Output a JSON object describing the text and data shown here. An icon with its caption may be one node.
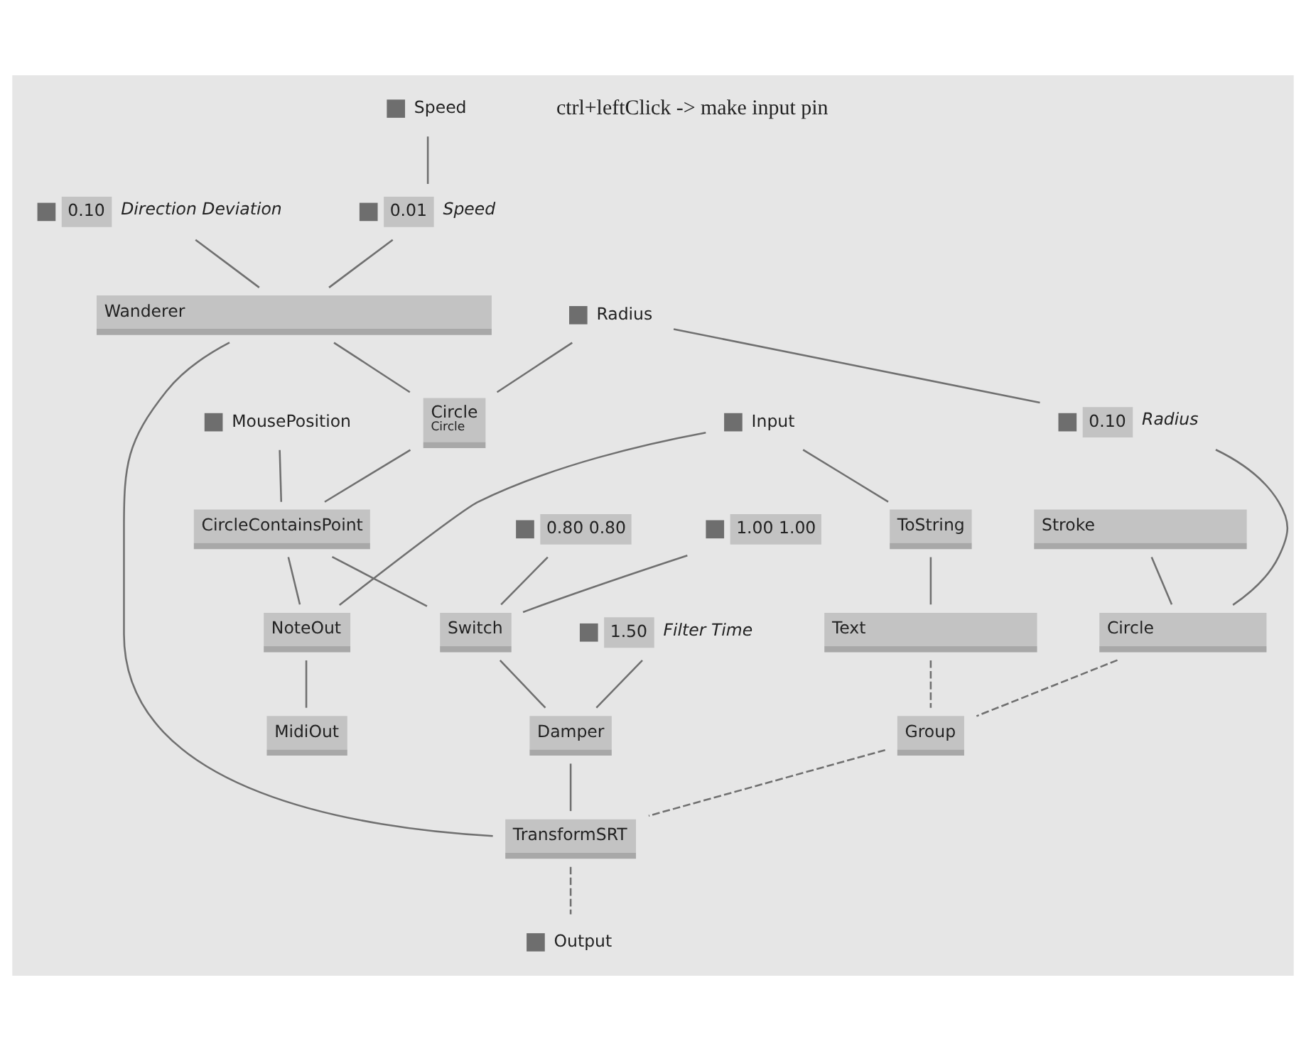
{
  "diagram": {
    "nodes": [
      {
        "text": [
          "Radius"
        ]
      },
      {
        "text": [
          "MousePosition"
        ]
      },
      {
        "text": [
          "Speed"
        ]
      },
      {
        "text": [
          "Circle",
          "Circle"
        ]
      },
      {
        "text": [
          "Input"
        ]
      },
      {
        "text": [
          "CircleContainsPoint"
        ]
      },
      {
        "text": [
          "0.10"
        ],
        "beside": [
          "Direction Deviation"
        ]
      },
      {
        "text": [
          "ToString"
        ]
      },
      {
        "text": [
          "NoteOut"
        ]
      },
      {
        "text": [
          "0.01"
        ],
        "beside": [
          "Speed"
        ]
      },
      {
        "text": [
          "Wanderer"
        ]
      },
      {
        "text": [
          "MidiOut"
        ]
      },
      {
        "text": [
          "Stroke"
        ]
      },
      {
        "text": [
          "0.10"
        ],
        "beside": [
          "Radius"
        ]
      },
      {
        "text": [
          "1.00 1.00"
        ]
      },
      {
        "text": [
          "0.80 0.80"
        ]
      },
      {
        "text": [
          "Circle"
        ]
      },
      {
        "text": [
          "Text"
        ]
      },
      {
        "text": [
          "Switch"
        ]
      },
      {
        "text": [
          "1.50"
        ],
        "beside": [
          "Filter Time"
        ]
      },
      {
        "text": [
          "Group"
        ]
      },
      {
        "text": [
          "Damper"
        ]
      },
      {
        "text": [
          "TransformSRT"
        ]
      },
      {
        "text": [
          "Output"
        ]
      }
    ],
    "edges": [
      {
        "from": 0,
        "to": 3,
        "arrow": "none"
      },
      {
        "from": 0,
        "to": 13,
        "arrow": "none"
      },
      {
        "from": 13,
        "to": 16,
        "arrow": "none"
      },
      {
        "from": 1,
        "to": 5,
        "arrow": "none"
      },
      {
        "from": 3,
        "to": 5,
        "arrow": "none"
      },
      {
        "from": 10,
        "to": 3,
        "arrow": "none"
      },
      {
        "from": 5,
        "to": 8,
        "arrow": "none"
      },
      {
        "from": 5,
        "to": 18,
        "arrow": "none"
      },
      {
        "from": 4,
        "to": 7,
        "arrow": "none"
      },
      {
        "from": 4,
        "to": 8,
        "arrow": "none"
      },
      {
        "from": 2,
        "to": 9,
        "arrow": "none"
      },
      {
        "from": 6,
        "to": 10,
        "arrow": "none"
      },
      {
        "from": 9,
        "to": 10,
        "arrow": "none"
      },
      {
        "from": 8,
        "to": 11,
        "arrow": "none"
      },
      {
        "from": 7,
        "to": 17,
        "arrow": "none"
      },
      {
        "from": 10,
        "to": 22,
        "arrow": "none"
      },
      {
        "from": 12,
        "to": 16,
        "arrow": "none"
      },
      {
        "from": 14,
        "to": 18,
        "arrow": "none"
      },
      {
        "from": 15,
        "to": 18,
        "arrow": "none"
      },
      {
        "from": 18,
        "to": 21,
        "arrow": "none"
      },
      {
        "from": 19,
        "to": 21,
        "arrow": "none"
      },
      {
        "from": 21,
        "to": 22,
        "arrow": "none"
      },
      {
        "from": 17,
        "to": 20,
        "arrow": "none",
        "style": "dashed"
      },
      {
        "from": 16,
        "to": 20,
        "arrow": "none",
        "style": "dashed"
      },
      {
        "from": 20,
        "to": 22,
        "arrow": "none",
        "style": "dashed"
      },
      {
        "from": 22,
        "to": 23,
        "arrow": "none",
        "style": "dashed"
      }
    ],
    "labels": [
      "ctrl+leftClick -> make input pin"
    ]
  }
}
